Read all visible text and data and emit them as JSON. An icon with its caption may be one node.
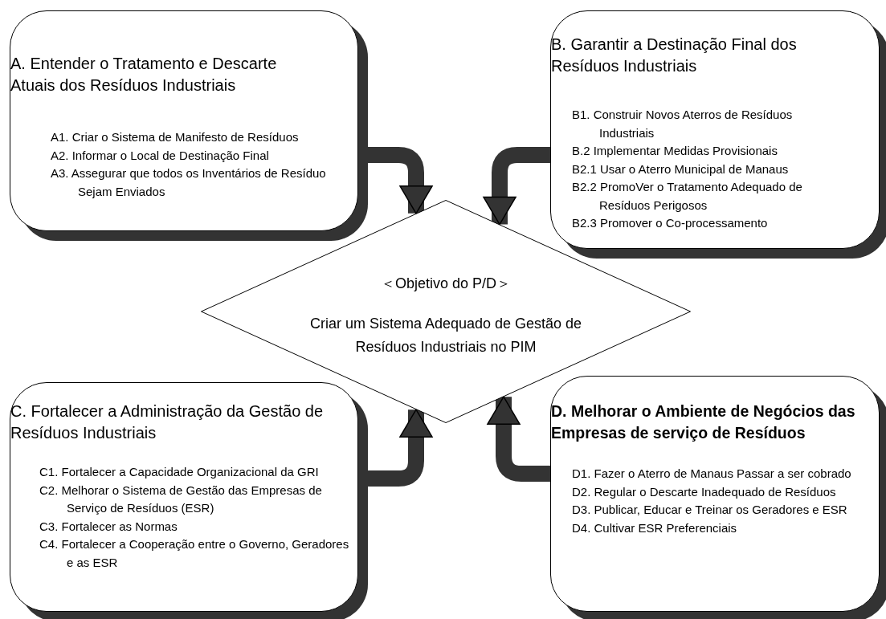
{
  "diagram": {
    "nodes": [
      {
        "text": [
          "A. Entender o Tratamento e Descarte Atuais dos Resíduos Industriais",
          "A1. Criar o Sistema de Manifesto de Resíduos",
          "A2. Informar o Local de Destinação Final",
          "A3. Assegurar que todos os Inventários de Resíduo Sejam Enviados"
        ]
      },
      {
        "text": [
          "B. Garantir a Destinação Final dos Resíduos Industriais",
          "B1. Construir Novos Aterros de Resíduos Industriais",
          "B.2 Implementar Medidas Provisionais",
          "B2.1 Usar o Aterro Municipal de Manaus",
          "B2.2 PromoVer o Tratamento Adequado de Resíduos Perigosos",
          "B2.3 Promover o Co-processamento"
        ]
      },
      {
        "text": [
          "＜Objetivo do P/D＞",
          "Criar um Sistema Adequado de Gestão de Resíduos Industriais no PIM"
        ]
      },
      {
        "text": [
          "C. Fortalecer a Administração da Gestão de Resíduos Industriais",
          "C1. Fortalecer a Capacidade Organizacional da GRI",
          "C2. Melhorar o Sistema de Gestão das Empresas de Serviço de Resíduos (ESR)",
          "C3. Fortalecer as Normas",
          "C4. Fortalecer a Cooperação entre o Governo, Geradores e as ESR"
        ]
      },
      {
        "text": [
          "D. Melhorar o Ambiente de Negócios das Empresas de serviço de Resíduos",
          "D1. Fazer o Aterro de Manaus Passar a ser cobrado",
          "D2. Regular o Descarte Inadequado de Resíduos",
          "D3. Publicar, Educar e Treinar os Geradores e ESR",
          "D4. Cultivar ESR Preferenciais"
        ]
      }
    ],
    "edges": [
      {
        "from": 0,
        "to": 2,
        "arrow": "to"
      },
      {
        "from": 1,
        "to": 2,
        "arrow": "to"
      },
      {
        "from": 3,
        "to": 2,
        "arrow": "to"
      },
      {
        "from": 4,
        "to": 2,
        "arrow": "to"
      }
    ]
  }
}
